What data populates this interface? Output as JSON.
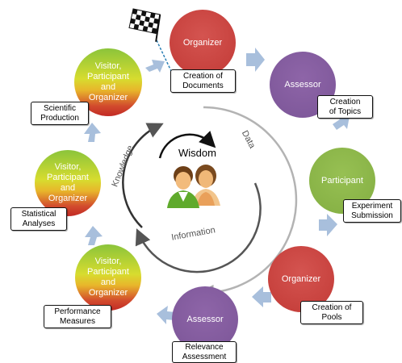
{
  "nodes": [
    {
      "role": "Organizer",
      "label": "Creation of\nDocuments"
    },
    {
      "role": "Assessor",
      "label": "Creation\nof Topics"
    },
    {
      "role": "Participant",
      "label": "Experiment\nSubmission"
    },
    {
      "role": "Organizer",
      "label": "Creation of\nPools"
    },
    {
      "role": "Assessor",
      "label": "Relevance\nAssessment"
    },
    {
      "role": "Visitor,\nParticipant\nand\nOrganizer",
      "label": "Performance\nMeasures"
    },
    {
      "role": "Visitor,\nParticipant\nand\nOrganizer",
      "label": "Statistical\nAnalyses"
    },
    {
      "role": "Visitor,\nParticipant\nand\nOrganizer",
      "label": "Scientific\nProduction"
    }
  ],
  "center": {
    "wisdom": "Wisdom",
    "data": "Data",
    "information": "Information",
    "knowledge": "Knowledge"
  },
  "colors": {
    "organizer": "#c74541",
    "assessor": "#7e5898",
    "participant": "#8ab548",
    "arrow": "#a8bfdc",
    "cycle_arrow": "#a6a6a6",
    "inner_arrow": "#555555"
  },
  "icons": [
    "checkered-flag-icon",
    "people-icon"
  ]
}
